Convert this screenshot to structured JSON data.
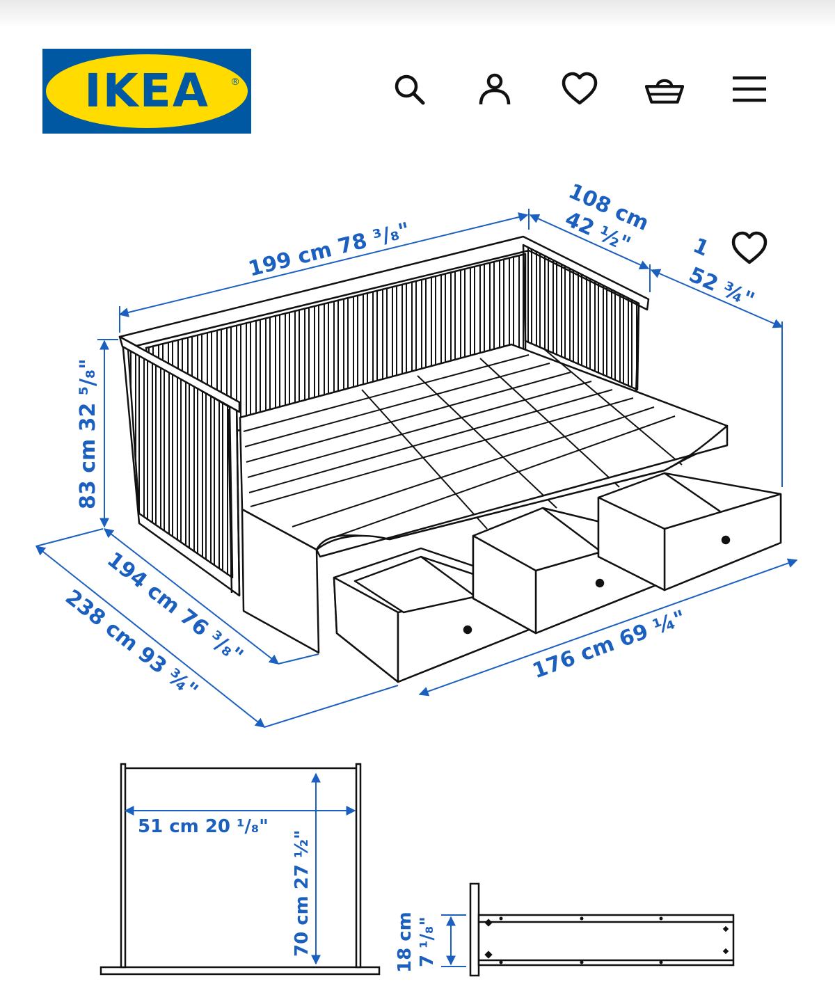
{
  "brand": {
    "logo_text": "IKEA",
    "logo_mark": "®",
    "colors": {
      "blue": "#0058a3",
      "yellow": "#ffdb00"
    }
  },
  "header": {
    "icons": [
      "search-icon",
      "account-icon",
      "heart-icon",
      "basket-icon",
      "menu-icon"
    ]
  },
  "product_drawing": {
    "dimension_color": "#1b5fbf",
    "labels": {
      "overall_width": "199 cm 78 ³/₈\"",
      "depth_cm": "108 cm",
      "depth_in": "42 ½\"",
      "extended_cm_partial": "1",
      "extended_in_partial": "52 ¾\"",
      "height": "83 cm 32 ⁵/₈\"",
      "inner_length": "194 cm 76 ³/₈\"",
      "outer_length": "238 cm 93 ¾\"",
      "drawer_span": "176 cm 69 ¼\"",
      "drawer_width": "51 cm 20 ¹/₈\"",
      "drawer_depth": "70 cm 27 ½\"",
      "drawer_height_cm": "18 cm",
      "drawer_height_in": "7 ¹/₈\""
    }
  },
  "favorite": {
    "icon": "heart-outline-icon"
  }
}
